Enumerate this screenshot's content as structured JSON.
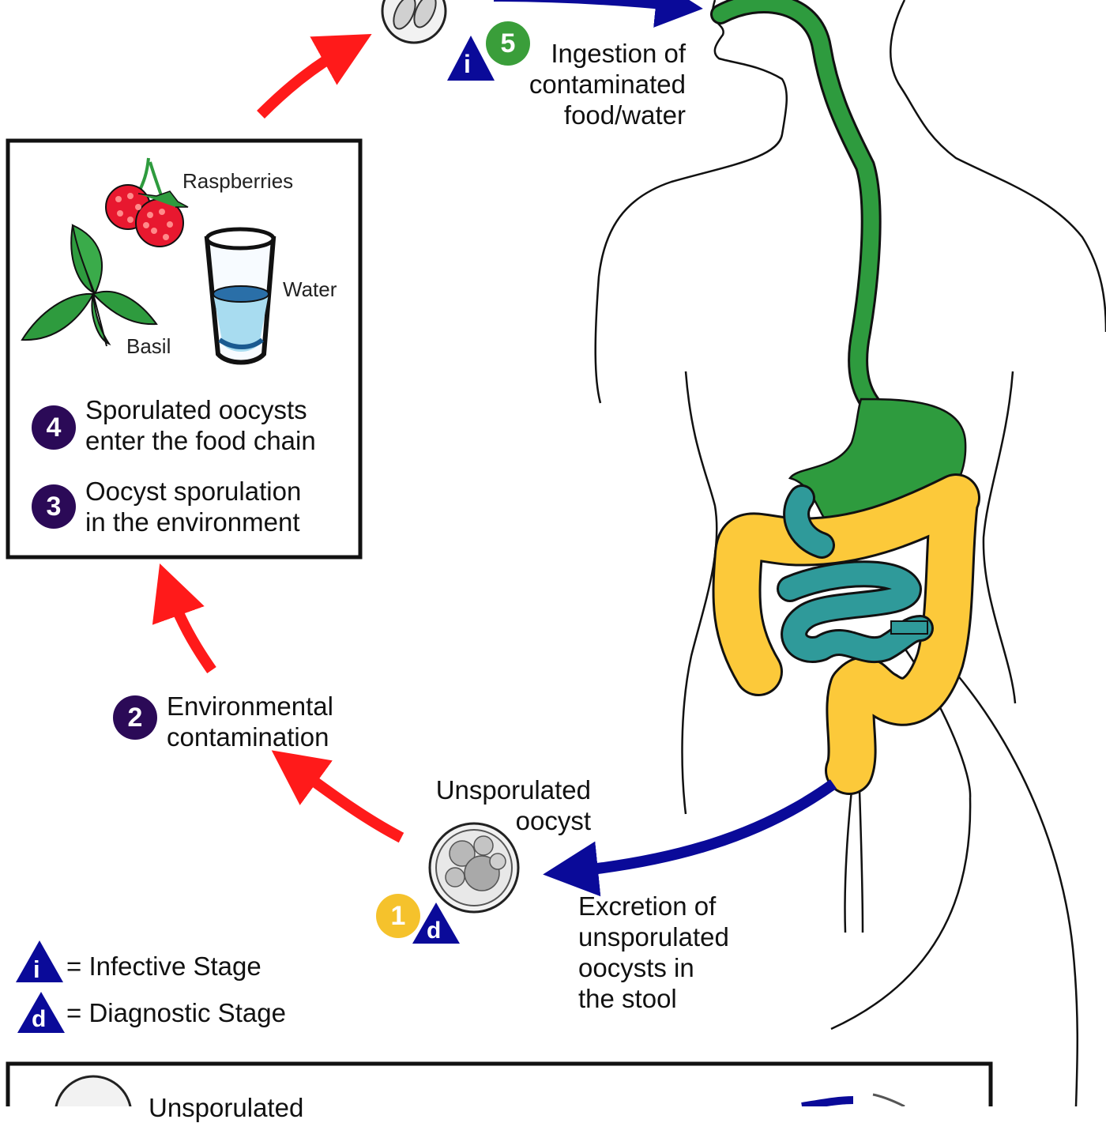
{
  "colors": {
    "lifecycle_arrow": "#ff1a1a",
    "human_arrow": "#0a0a99",
    "gut_upper": "#2e9b3e",
    "colon": "#fcc93a",
    "small_intestine": "#2f9a9a",
    "stage_number_badge": "#2b0a57",
    "infective_badge": "#3a9e3a",
    "diagnostic_badge": "#f5c22c",
    "stage_triangle": "#0a0a99"
  },
  "stages": {
    "s1": {
      "number": "1",
      "title": [
        "Unsporulated",
        "oocyst"
      ],
      "marker": "d"
    },
    "excretion": {
      "lines": [
        "Excretion of",
        "unsporulated",
        "oocysts in",
        "the stool"
      ]
    },
    "s2": {
      "number": "2",
      "lines": [
        "Environmental",
        "contamination"
      ]
    },
    "s3": {
      "number": "3",
      "lines": [
        "Oocyst sporulation",
        "in the environment"
      ]
    },
    "s4": {
      "number": "4",
      "lines": [
        "Sporulated oocysts",
        "enter the food chain"
      ]
    },
    "s5": {
      "number": "5",
      "marker": "i",
      "lines": [
        "Ingestion of",
        "contaminated",
        "food/water"
      ]
    }
  },
  "food": {
    "raspberries": "Raspberries",
    "water": "Water",
    "basil": "Basil"
  },
  "legend": {
    "infective": {
      "symbol": "i",
      "text": "= Infective Stage"
    },
    "diagnostic": {
      "symbol": "d",
      "text": "= Diagnostic Stage"
    }
  },
  "bottom_panel": {
    "partial_label": "Unsporulated"
  }
}
